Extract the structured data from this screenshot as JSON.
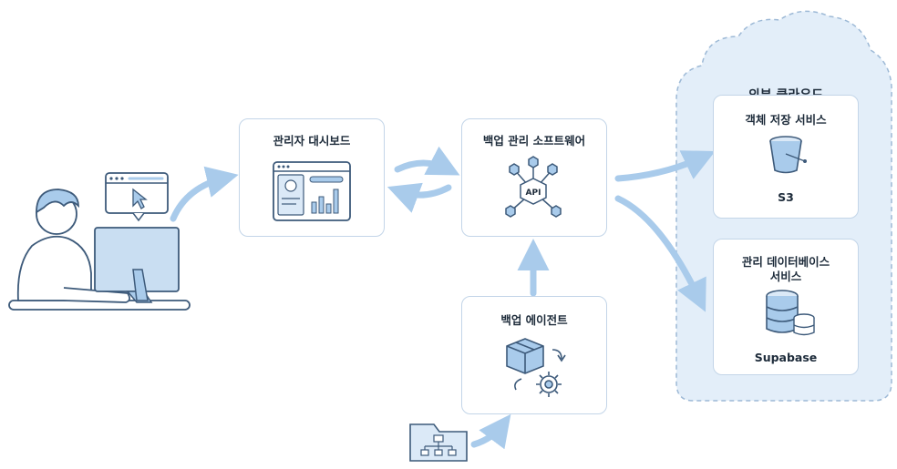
{
  "nodes": {
    "dashboard": {
      "title": "관리자 대시보드"
    },
    "backup_software": {
      "title": "백업 관리 소프트웨어",
      "api_label": "API"
    },
    "backup_agent": {
      "title": "백업 에이전트"
    },
    "cloud": {
      "title": "외부 클라우드",
      "object_storage": {
        "title": "객체 저장 서비스",
        "product": "S3"
      },
      "managed_db": {
        "title_line1": "관리 데이터베이스",
        "title_line2": "서비스",
        "product": "Supabase"
      }
    }
  },
  "colors": {
    "accent": "#a9cbeb",
    "stroke": "#3d5a7a",
    "box_fill": "#eef5fc",
    "box_border": "#c3d5e8",
    "cloud_fill": "#e3eef9"
  },
  "icons": [
    "user-at-computer-icon",
    "browser-cursor-icon",
    "dashboard-icon",
    "sync-arrows-icon",
    "api-network-icon",
    "package-gear-icon",
    "folder-network-icon",
    "bucket-icon",
    "database-icon"
  ]
}
